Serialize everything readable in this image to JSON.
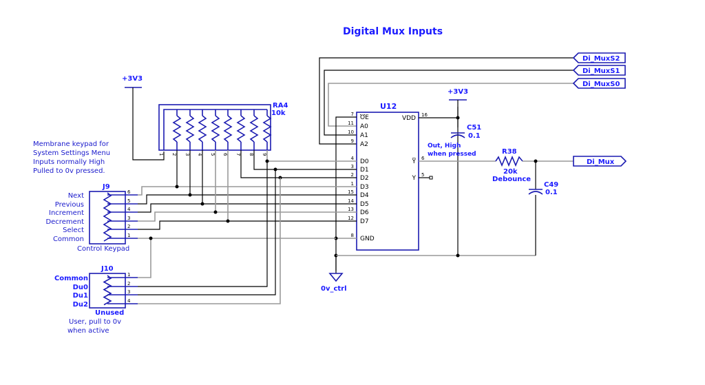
{
  "title": "Digital Mux Inputs",
  "ports": {
    "mux_s2": "Di_MuxS2",
    "mux_s1": "Di_MuxS1",
    "mux_s0": "Di_MuxS0",
    "mux_out": "Di_Mux"
  },
  "power": {
    "rail_left": "+3V3",
    "rail_right": "+3V3",
    "ground": "0v_ctrl"
  },
  "resistor_array": {
    "ref": "RA4",
    "value": "10k",
    "pins": [
      "1",
      "2",
      "3",
      "4",
      "5",
      "6",
      "7",
      "8",
      "9"
    ]
  },
  "ic": {
    "ref": "U12",
    "left_pins": [
      {
        "num": "7",
        "name": "OE"
      },
      {
        "num": "11",
        "name": "A0"
      },
      {
        "num": "10",
        "name": "A1"
      },
      {
        "num": "9",
        "name": "A2"
      },
      {
        "num": "4",
        "name": "D0"
      },
      {
        "num": "3",
        "name": "D1"
      },
      {
        "num": "2",
        "name": "D2"
      },
      {
        "num": "1",
        "name": "D3"
      },
      {
        "num": "15",
        "name": "D4"
      },
      {
        "num": "14",
        "name": "D5"
      },
      {
        "num": "13",
        "name": "D6"
      },
      {
        "num": "12",
        "name": "D7"
      },
      {
        "num": "8",
        "name": "GND"
      }
    ],
    "right_pins": [
      {
        "num": "16",
        "name": "VDD"
      },
      {
        "num": "6",
        "name": "Y̅"
      },
      {
        "num": "5",
        "name": "Y"
      }
    ]
  },
  "capacitors": {
    "c51": {
      "ref": "C51",
      "value": "0.1"
    },
    "c49": {
      "ref": "C49",
      "value": "0.1"
    }
  },
  "resistor": {
    "ref": "R38",
    "value": "20k",
    "note": "Debounce"
  },
  "notes": {
    "keypad": [
      "Membrane keypad for",
      "System Settings Menu",
      "Inputs normally High",
      "Pulled to 0v pressed."
    ],
    "output": [
      "Out, High",
      "when pressed"
    ],
    "j10": [
      "User, pull to 0v",
      "when active"
    ]
  },
  "j9": {
    "ref": "J9",
    "caption": "Control Keypad",
    "labels": [
      "Next",
      "Previous",
      "Increment",
      "Decrement",
      "Select",
      "Common"
    ],
    "pins": [
      "6",
      "5",
      "4",
      "3",
      "2",
      "1"
    ]
  },
  "j10": {
    "ref": "J10",
    "caption": "Unused",
    "labels": [
      "Common",
      "Du0",
      "Du1",
      "Du2"
    ],
    "pins": [
      "1",
      "2",
      "3",
      "4"
    ]
  }
}
